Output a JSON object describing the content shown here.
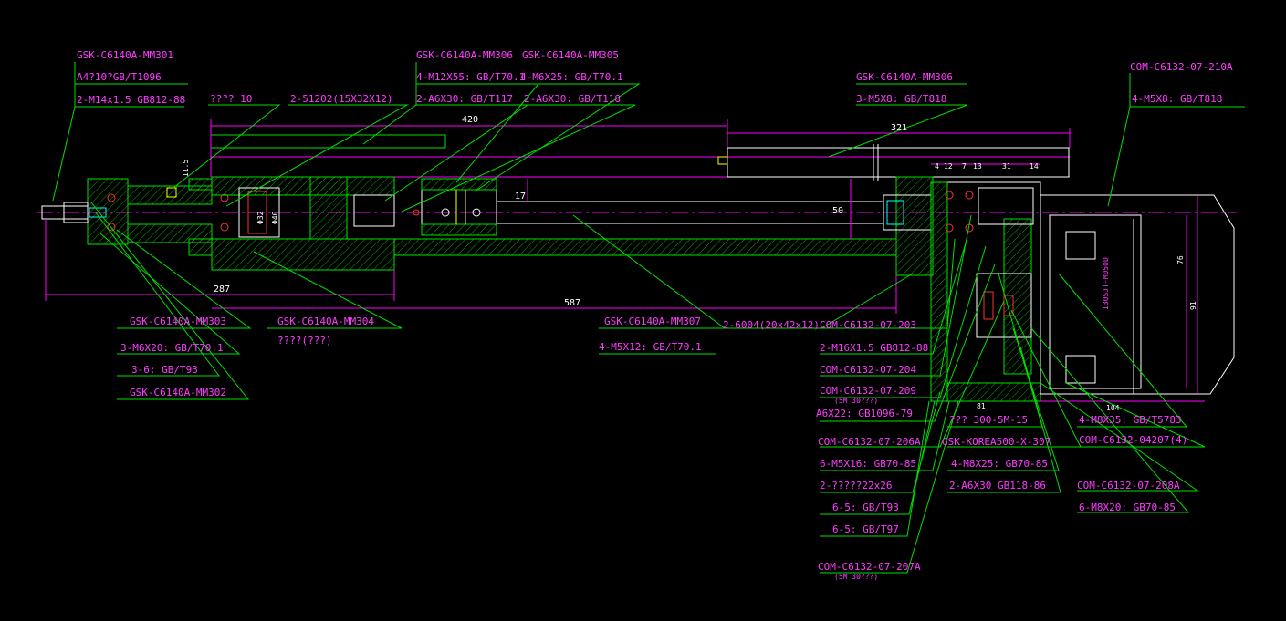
{
  "callouts": {
    "mm301": "GSK-C6140A-MM301",
    "a4_pin": "A4?10?GB/T1096",
    "m14_nut": "2-M14x1.5 GB812-88",
    "q10": "???? 10",
    "bearing_51202": "2-51202(15X32X12)",
    "mm306a": "GSK-C6140A-MM306",
    "mm305": "GSK-C6140A-MM305",
    "m12x55": "4-M12X55: GB/T70.1",
    "m6x25": "4-M6X25: GB/T70.1",
    "a6x30_a": "2-A6X30: GB/T117",
    "a6x30_b": "2-A6X30: GB/T118",
    "mm306b": "GSK-C6140A-MM306",
    "m5x8_a": "3-M5X8: GB/T818",
    "com_210a": "COM-C6132-07-210A",
    "m5x8_b": "4-M5X8: GB/T818",
    "mm303": "GSK-C6140A-MM303",
    "m6x20": "3-M6X20: GB/T70.1",
    "pin_3_6": "3-6: GB/T93",
    "mm302": "GSK-C6140A-MM302",
    "mm304": "GSK-C6140A-MM304",
    "mm304_sub": "????(???)",
    "mm307": "GSK-C6140A-MM307",
    "m5x12": "4-M5X12: GB/T70.1",
    "bearing_6004": "2-6004(20x42x12)",
    "com_203": "COM-C6132-07-203",
    "m16_nut": "2-M16X1.5 GB812-88",
    "com_204": "COM-C6132-07-204",
    "com_209": "COM-C6132-07-209",
    "com_209_sub": "(5M 30???)",
    "key_a6x22": "A6X22: GB1096-79",
    "belt": "??? 300-5M-15",
    "com_206a": "COM-C6132-07-206A",
    "korea": "GSK-KOREA500-X-307",
    "m5x16": "6-M5X16: GB70-85",
    "m8x25": "4-M8X25: GB70-85",
    "q22x26": "2-?????22x26",
    "a6x30_c": "2-A6X30 GB118-86",
    "washer_6_5a": "6-5: GB/T93",
    "washer_6_5b": "6-5: GB/T97",
    "com_207a": "COM-C6132-07-207A",
    "com_207a_sub": "(5M 30???)",
    "m8x35": "4-M8X35: GB/T5783",
    "com_04207": "COM-C6132-04207(4)",
    "com_208a": "COM-C6132-07-208A",
    "m8x20": "6-M8X20: GB70-85"
  },
  "dimensions": {
    "d420": "420",
    "d321": "321",
    "d287": "287",
    "d587": "587",
    "d50": "50",
    "d17": "17",
    "d115": "11.5",
    "d32": "Φ32",
    "d40": "Φ40",
    "d4": "4",
    "d12": "12",
    "d7": "7",
    "d13": "13",
    "d31": "31",
    "d14": "14",
    "d104": "104",
    "d76": "76",
    "d91": "91",
    "d81": "81",
    "motor_model": "130SJT-M050D"
  },
  "colors": {
    "background": "#000000",
    "label": "#ff3cff",
    "leader": "#00e000",
    "outline": "#ffffff",
    "hidden": "#ff3030",
    "centerline": "#ff00ff"
  }
}
